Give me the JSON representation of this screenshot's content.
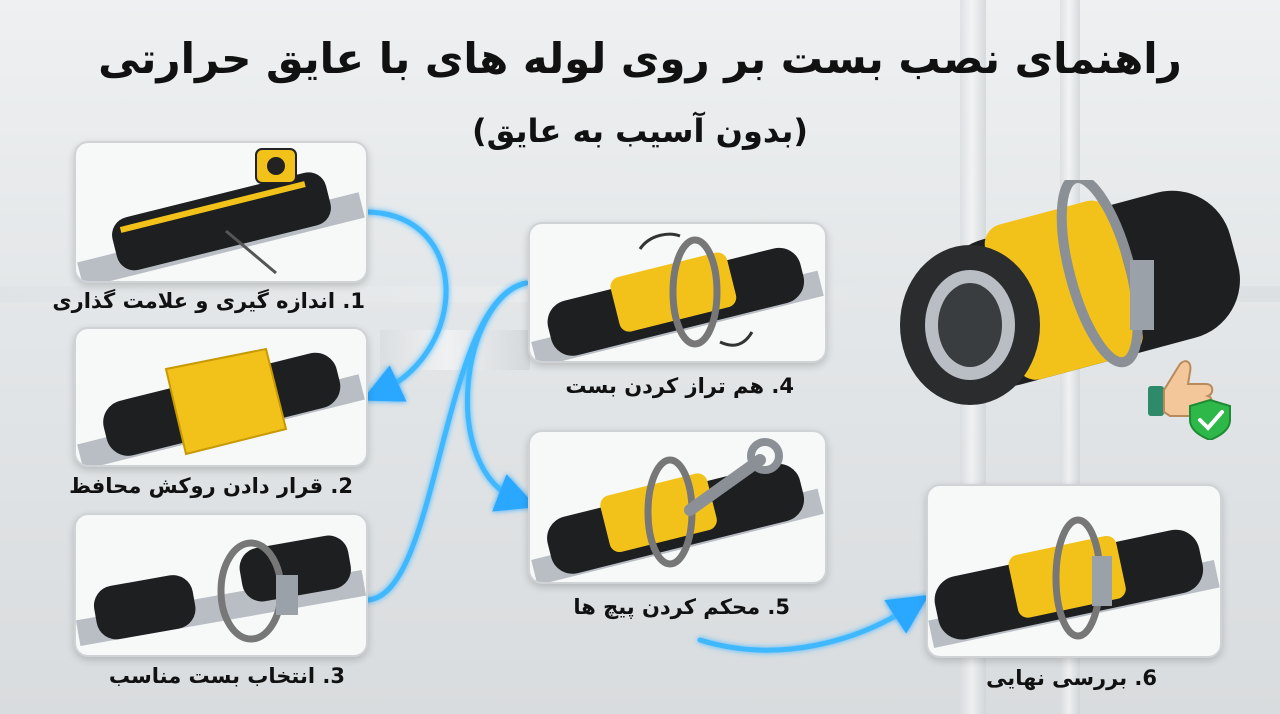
{
  "title": "راهنمای نصب بست بر روی لوله های با عایق حرارتی",
  "subtitle": "(بدون آسیب به عایق)",
  "steps": [
    {
      "label": "1. اندازه گیری و علامت گذاری",
      "icon": "measuring-tape-icon"
    },
    {
      "label": "2. قرار دادن روکش محافظ",
      "icon": "protective-sleeve-icon"
    },
    {
      "label": "3. انتخاب بست مناسب",
      "icon": "pipe-clamp-icon"
    },
    {
      "label": "4. هم تراز کردن بست",
      "icon": "rotate-arrows-icon"
    },
    {
      "label": "5. محکم کردن پیچ ها",
      "icon": "wrench-icon"
    },
    {
      "label": "6. بررسی نهایی",
      "icon": "finished-clamp-icon"
    }
  ],
  "final_badge": {
    "icons": [
      "thumbs-up-icon",
      "check-shield-icon"
    ]
  },
  "colors": {
    "flow_arrow": "#3fb8ff",
    "insulation": "#1d1f21",
    "sleeve": "#f2c21a",
    "pipe": "#b8bec4",
    "check": "#2fb84a"
  }
}
